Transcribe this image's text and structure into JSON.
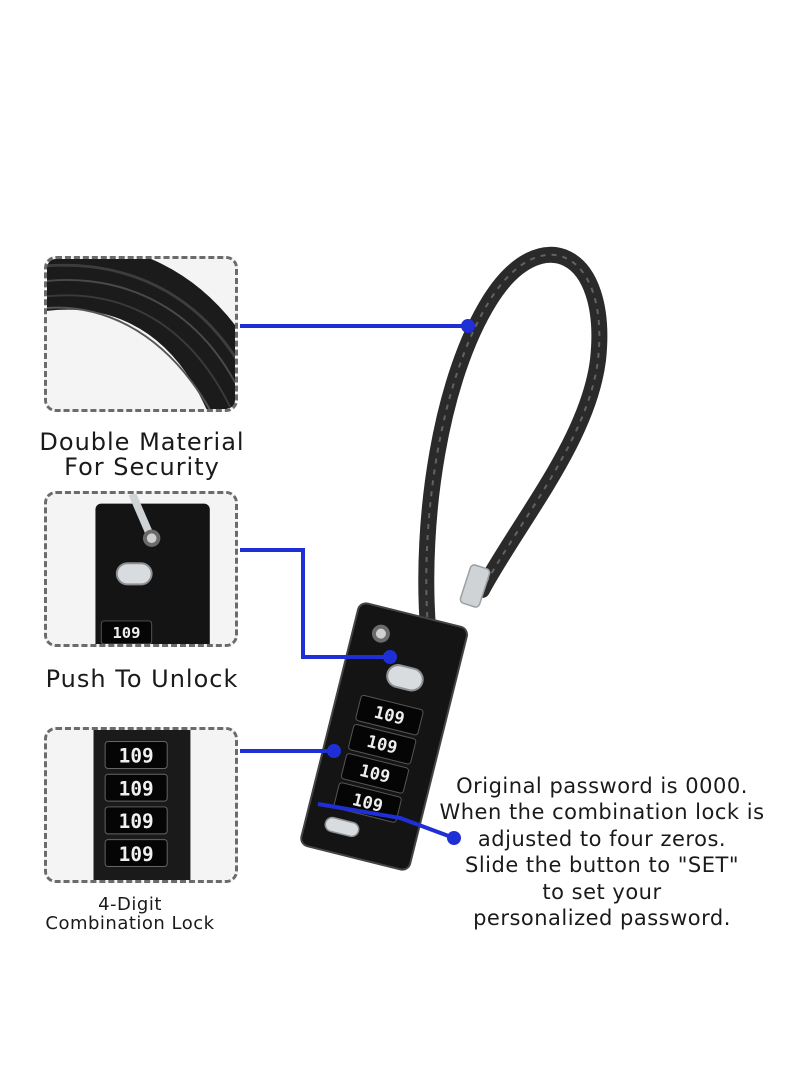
{
  "features": {
    "security_line1": "Double Material",
    "security_line2": "For Security",
    "unlock": "Push To Unlock",
    "combo_line1": "4-Digit",
    "combo_line2": "Combination Lock"
  },
  "dial_digits": [
    "109",
    "109",
    "109",
    "109"
  ],
  "info_lines": [
    "Original password is 0000.",
    "When the combination lock is",
    "adjusted to four zeros.",
    "Slide the button to \"SET\"",
    "to set your",
    "personalized password."
  ],
  "colors": {
    "connector": "#1f2fd6",
    "lock_body": "#141414",
    "cable": "#2a2a2a",
    "dashed_border": "#6b6b6b"
  }
}
